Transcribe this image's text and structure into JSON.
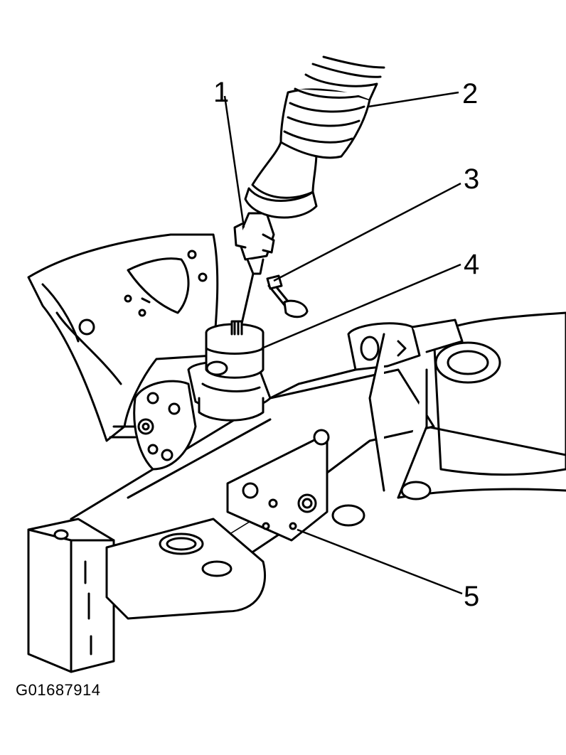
{
  "diagram": {
    "callouts": [
      {
        "id": "1",
        "label": "1"
      },
      {
        "id": "2",
        "label": "2"
      },
      {
        "id": "3",
        "label": "3"
      },
      {
        "id": "4",
        "label": "4"
      },
      {
        "id": "5",
        "label": "5"
      }
    ],
    "figure_id": "G01687914",
    "colors": {
      "ink": "#000000",
      "paper": "#ffffff"
    }
  }
}
